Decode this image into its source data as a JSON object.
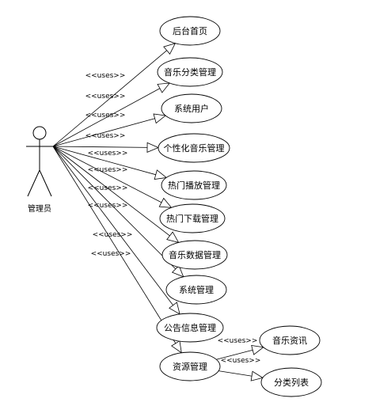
{
  "actor": {
    "label": "管理员"
  },
  "relation_label": "<<uses>>",
  "use_cases": [
    {
      "id": "uc-backend-home",
      "label": "后台首页"
    },
    {
      "id": "uc-music-category",
      "label": "音乐分类管理"
    },
    {
      "id": "uc-system-users",
      "label": "系统用户"
    },
    {
      "id": "uc-personalized-music",
      "label": "个性化音乐管理"
    },
    {
      "id": "uc-hot-play",
      "label": "热门播放管理"
    },
    {
      "id": "uc-hot-download",
      "label": "热门下载管理"
    },
    {
      "id": "uc-music-data",
      "label": "音乐数据管理"
    },
    {
      "id": "uc-system-manage",
      "label": "系统管理"
    },
    {
      "id": "uc-announcement",
      "label": "公告信息管理"
    },
    {
      "id": "uc-resource",
      "label": "资源管理"
    },
    {
      "id": "uc-music-news",
      "label": "音乐资讯"
    },
    {
      "id": "uc-category-list",
      "label": "分类列表"
    }
  ]
}
